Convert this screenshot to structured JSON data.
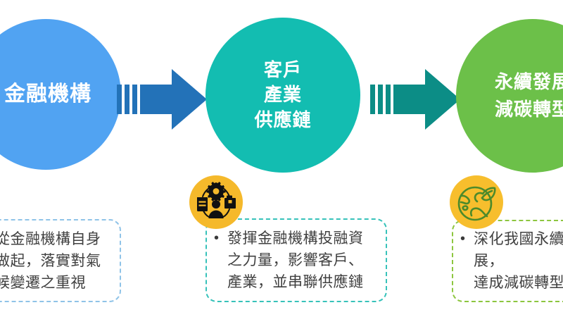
{
  "diagram": {
    "title_flow": "金融機構 → 客戶/產業/供應鏈 → 永續發展/減碳轉型",
    "colors": {
      "circle_financial": "#51A3F2",
      "circle_customer": "#13BDB1",
      "circle_sustainability": "#6CC049",
      "arrow_one": "#2372B8",
      "arrow_two": "#0C8D86",
      "badge_yellow": "#F5B92B",
      "note_border_financial": "#8FC3E8",
      "note_border_customer": "#37C2BA",
      "note_border_sustainability": "#8DC63F",
      "note_text": "#404040"
    },
    "stages": [
      {
        "id": "financial-institution",
        "circle_lines": [
          "金融機構"
        ],
        "bullet": "•",
        "note": "從金融機構自身\n做起，落實對氣\n候變遷之重視",
        "icon": "none"
      },
      {
        "id": "customer-industry-supply-chain",
        "circle_lines": [
          "客戶",
          "產業",
          "供應鏈"
        ],
        "bullet": "•",
        "note": "發揮金融機構投融資\n之力量，影響客戶、\n產業，並串聯供應鏈",
        "icon": "supply-chain-icon"
      },
      {
        "id": "sustainable-development",
        "circle_lines": [
          "永續發展",
          "減碳轉型"
        ],
        "bullet": "•",
        "note": "深化我國永續發展，\n達成減碳轉型",
        "icon": "earth-leaf-icon"
      }
    ],
    "arrows": [
      {
        "id": "arrow-one",
        "label": "金融機構指向客戶產業供應鏈",
        "color": "#2372B8"
      },
      {
        "id": "arrow-two",
        "label": "客戶產業供應鏈指向永續發展",
        "color": "#0C8D86"
      }
    ]
  }
}
